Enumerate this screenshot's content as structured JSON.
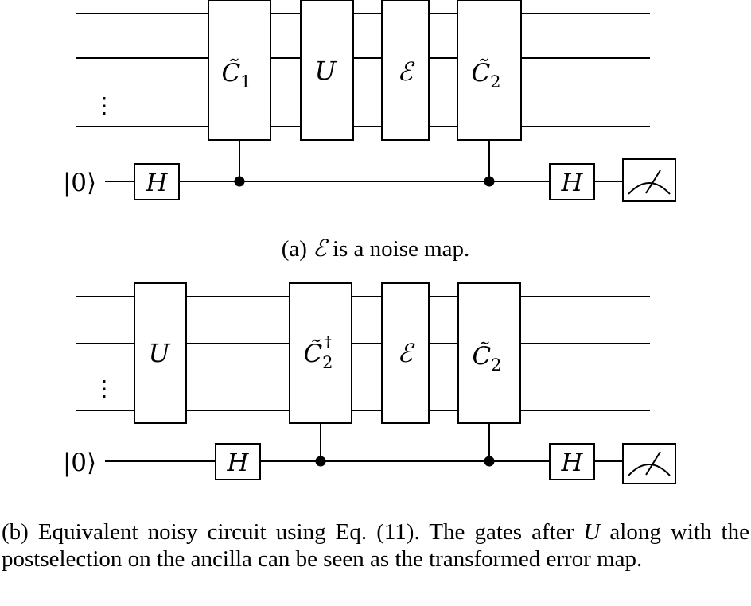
{
  "figure_a": {
    "ancilla_label": "|0⟩",
    "vdots": "⋮",
    "gate_c1": "C̃",
    "gate_c1_sub": "1",
    "gate_u": "U",
    "gate_e": "ℰ",
    "gate_c2": "C̃",
    "gate_c2_sub": "2",
    "gate_h1": "H",
    "gate_h2": "H",
    "caption_prefix": "(a) ",
    "caption_symbol": "ℰ",
    "caption_text": " is a noise map."
  },
  "figure_b": {
    "ancilla_label": "|0⟩",
    "vdots": "⋮",
    "gate_u": "U",
    "gate_c2dag": "C̃",
    "gate_c2dag_sub": "2",
    "gate_c2dag_sup": "†",
    "gate_e": "ℰ",
    "gate_c2": "C̃",
    "gate_c2_sub": "2",
    "gate_h1": "H",
    "gate_h2": "H",
    "caption_part1": "(b) Equivalent noisy circuit using Eq. (11). The gates after ",
    "caption_symbol": "U",
    "caption_part2": " along with the postselection on the ancilla can be seen as the transformed error map."
  }
}
